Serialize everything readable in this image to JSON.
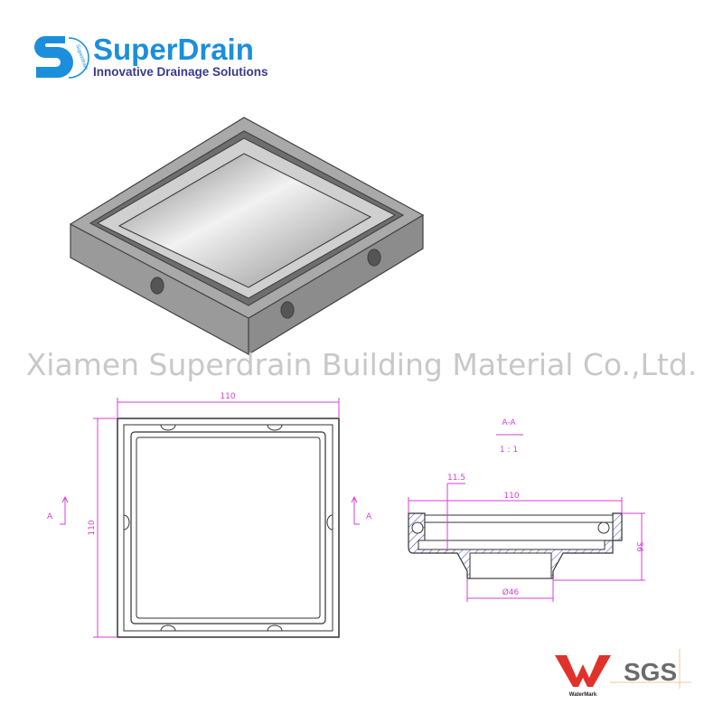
{
  "logo": {
    "name": "SuperDrain",
    "tagline": "Innovative Drainage Solutions",
    "ring_text": "Superdrain",
    "primary_color": "#1b8fdc",
    "tagline_color": "#3a3a8c"
  },
  "watermark": "Xiamen Superdrain Building Material Co.,Ltd.",
  "plan_view": {
    "width_dim": "110",
    "height_dim": "110",
    "section_mark_left": "A",
    "section_mark_right": "A"
  },
  "section_view": {
    "title": "A-A",
    "scale": "1 : 1",
    "rim_dim": "11.5",
    "width_dim": "110",
    "height_dim": "36",
    "outlet_dim": "Ø46"
  },
  "certifications": {
    "watermark_label": "WaterMark",
    "sgs_label": "SGS",
    "watermark_color": "#e0322a",
    "sgs_color": "#6b6b6b"
  },
  "colors": {
    "dimension": "#d63fd6",
    "hatch": "#3344cc",
    "line": "#333333"
  }
}
